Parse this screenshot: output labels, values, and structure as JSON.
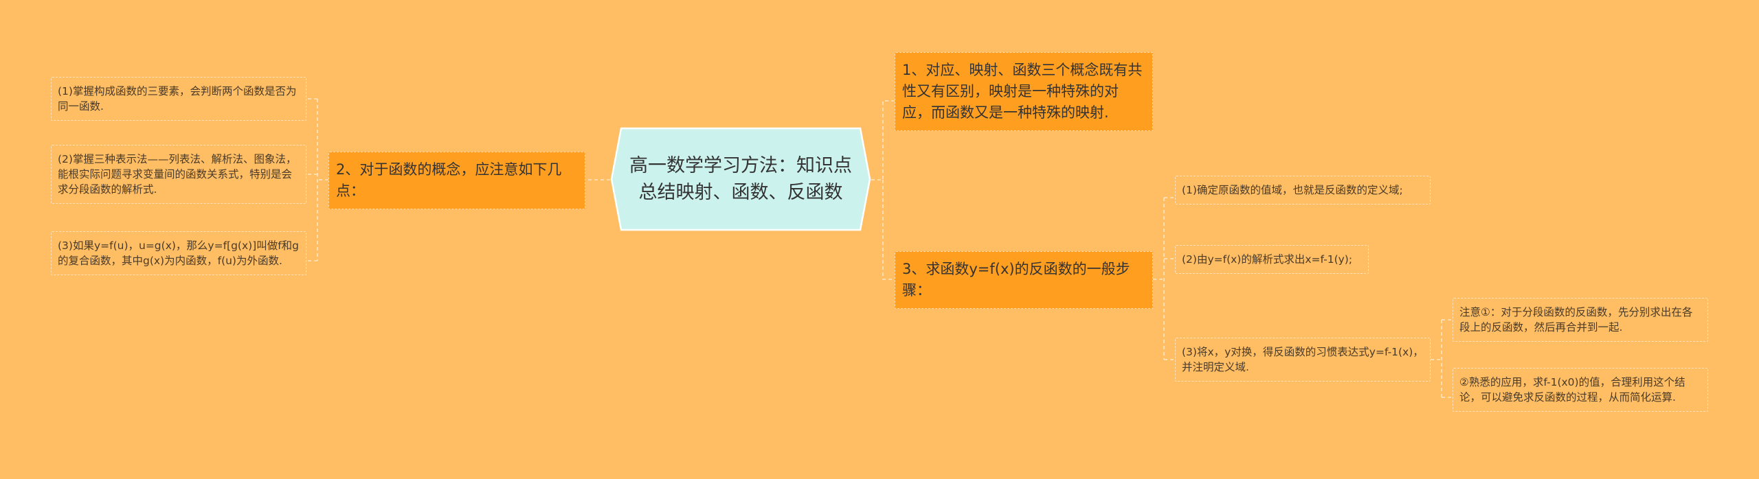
{
  "central": {
    "title": "高一数学学习方法：知识点总结映射、函数、反函数"
  },
  "branches": {
    "b1": {
      "text": "1、对应、映射、函数三个概念既有共性又有区别，映射是一种特殊的对应，而函数又是一种特殊的映射."
    },
    "b2": {
      "text": "2、对于函数的概念，应注意如下几点：",
      "children": [
        "(1)掌握构成函数的三要素，会判断两个函数是否为同一函数.",
        "(2)掌握三种表示法——列表法、解析法、图象法，能根实际问题寻求变量间的函数关系式，特别是会求分段函数的解析式.",
        "(3)如果y=f(u)，u=g(x)，那么y=f[g(x)]叫做f和g的复合函数，其中g(x)为内函数，f(u)为外函数."
      ]
    },
    "b3": {
      "text": "3、求函数y=f(x)的反函数的一般步骤：",
      "children": [
        "(1)确定原函数的值域，也就是反函数的定义域;",
        "(2)由y=f(x)的解析式求出x=f-1(y);",
        "(3)将x，y对换，得反函数的习惯表达式y=f-1(x)，并注明定义域."
      ],
      "notes": [
        "注意①：对于分段函数的反函数，先分别求出在各段上的反函数，然后再合并到一起.",
        "②熟悉的应用，求f-1(x0)的值，合理利用这个结论，可以避免求反函数的过程，从而简化运算."
      ]
    }
  },
  "colors": {
    "background": "#FFBE64",
    "central_fill": "#CCF2EE",
    "central_border": "#FFFFFF",
    "branch_fill": "#FF9E1F",
    "connector": "#FFE6C4"
  }
}
